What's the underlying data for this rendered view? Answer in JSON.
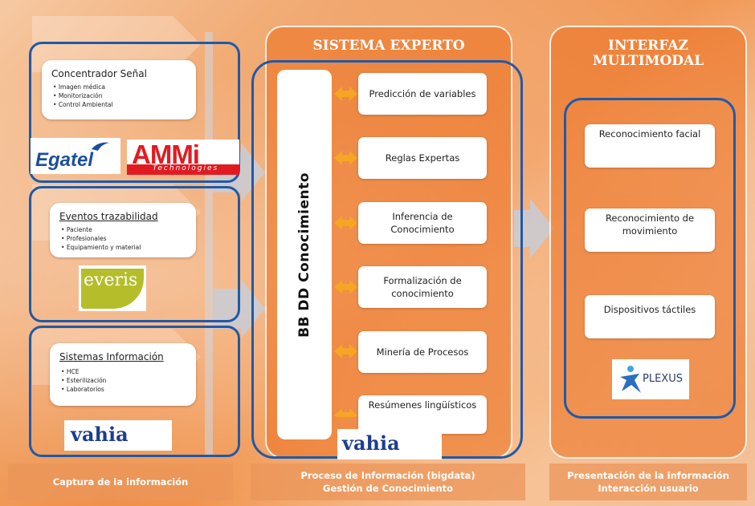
{
  "left": {
    "concentrador": {
      "title": "Concentrador Señal",
      "items": [
        "Imagen médica",
        "Monitorización",
        "Control Ambiental"
      ]
    },
    "eventos": {
      "title": "Eventos trazabilidad",
      "items": [
        "Paciente",
        "Profesionales",
        "Equipamiento y material"
      ]
    },
    "sistemas": {
      "title": "Sistemas Información",
      "items": [
        "HCE",
        "Esterilización",
        "Laboratorios"
      ]
    },
    "footer": "Captura de la información"
  },
  "logos": {
    "egatel": "Egatel",
    "ammi": "AMMi",
    "ammi_sub": "Technologies",
    "everis": "everis",
    "vahia": "vahia",
    "plexus": "PLEXUS"
  },
  "middle": {
    "title": "SISTEMA EXPERTO",
    "bbdd": "BB DD Conocimiento",
    "cards": [
      "Predicción de variables",
      "Reglas Expertas",
      "Inferencia de Conocimiento",
      "Formalización de conocimiento",
      "Minería de Procesos",
      "Resúmenes lingüísticos"
    ],
    "footer_line1": "Proceso de Información (bigdata)",
    "footer_line2": "Gestión de Conocimiento"
  },
  "right": {
    "title_line1": "INTERFAZ",
    "title_line2": "MULTIMODAL",
    "cards": [
      "Reconocimiento facial",
      "Reconocimiento de movimiento",
      "Dispositivos táctiles"
    ],
    "footer_line1": "Presentación de la información",
    "footer_line2": "Interacción usuario"
  },
  "colors": {
    "frame_blue": "#1f5aa8",
    "orange": "#ef8a3f",
    "arrow": "#f5a623"
  }
}
